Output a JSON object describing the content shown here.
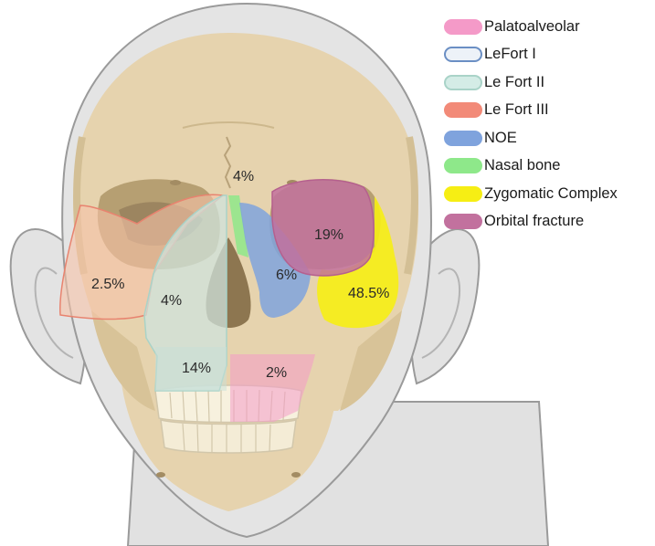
{
  "legend": [
    {
      "label": "Palatoalveolar",
      "fill": "#f49ac8",
      "stroke": "#f49ac8"
    },
    {
      "label": "LeFort I",
      "fill": "#edf2f8",
      "stroke": "#6b8fc4"
    },
    {
      "label": "Le Fort II",
      "fill": "#d4ece6",
      "stroke": "#a9d3c8"
    },
    {
      "label": "Le Fort III",
      "fill": "#f28a78",
      "stroke": "#f28a78"
    },
    {
      "label": "NOE",
      "fill": "#7fa3dd",
      "stroke": "#7fa3dd"
    },
    {
      "label": "Nasal bone",
      "fill": "#8ee88a",
      "stroke": "#8ee88a"
    },
    {
      "label": "Zygomatic Complex",
      "fill": "#f6ee14",
      "stroke": "#f6ee14"
    },
    {
      "label": "Orbital fracture",
      "fill": "#c2719e",
      "stroke": "#c2719e"
    }
  ],
  "percentages": {
    "nasal_bone": "4%",
    "orbital": "19%",
    "le_fort_iii": "2.5%",
    "le_fort_ii": "4%",
    "noe": "6%",
    "zygomatic": "48.5%",
    "le_fort_i": "14%",
    "palatoalveolar": "2%"
  },
  "colors": {
    "skull": "#e6d3ae",
    "skull_shadow": "#c9b48a",
    "skin": "#e3e3e3",
    "outline": "#a0a0a0",
    "teeth": "#f7f1de"
  }
}
